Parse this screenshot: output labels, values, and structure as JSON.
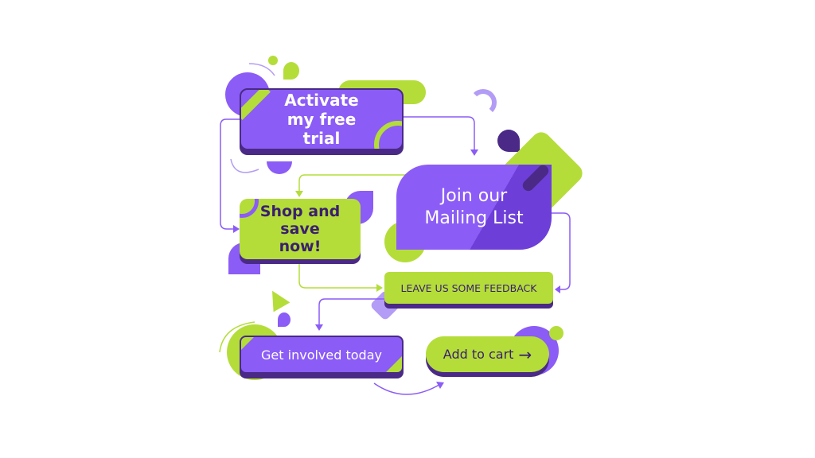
{
  "buttons": {
    "activate": "Activate my free trial",
    "shop": "Shop and save now!",
    "join": "Join our Mailing List",
    "feedback": "LEAVE US SOME FEEDBACK",
    "get_involved": "Get involved today",
    "add_to_cart": "Add to cart",
    "add_to_cart_icon": "arrow-right-icon"
  },
  "colors": {
    "purple": "#8b5cf6",
    "dark_purple": "#4a2a86",
    "lime": "#b4dd3a"
  }
}
